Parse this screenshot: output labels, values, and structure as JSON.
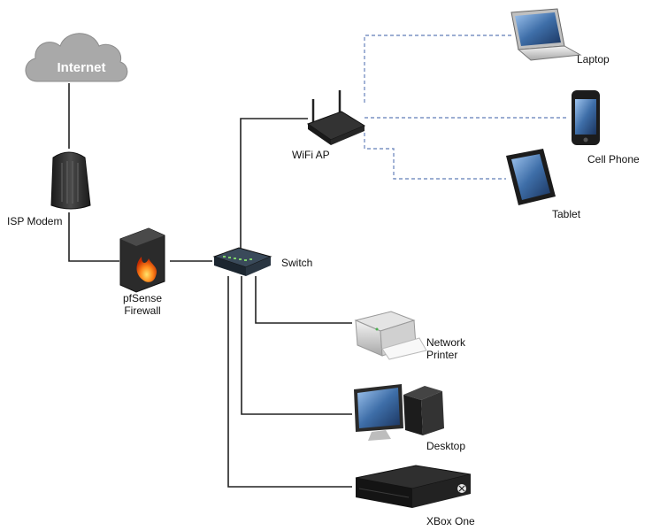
{
  "cloud": {
    "label": "Internet"
  },
  "nodes": {
    "isp_modem": "ISP Modem",
    "firewall_line1": "pfSense",
    "firewall_line2": "Firewall",
    "switch": "Switch",
    "wifi_ap": "WiFi AP",
    "laptop": "Laptop",
    "cell_phone": "Cell Phone",
    "tablet": "Tablet",
    "printer_line1": "Network",
    "printer_line2": "Printer",
    "desktop": "Desktop",
    "xbox": "XBox One"
  },
  "colors": {
    "wired": "#222222",
    "wireless": "#7c93c4",
    "cloud": "#a9a9a9",
    "device_dark": "#2b2b2b"
  },
  "connections": {
    "wired": [
      [
        "internet",
        "isp_modem"
      ],
      [
        "isp_modem",
        "firewall"
      ],
      [
        "firewall",
        "switch"
      ],
      [
        "switch",
        "wifi_ap"
      ],
      [
        "switch",
        "printer"
      ],
      [
        "switch",
        "desktop"
      ],
      [
        "switch",
        "xbox"
      ]
    ],
    "wireless": [
      [
        "wifi_ap",
        "laptop"
      ],
      [
        "wifi_ap",
        "cell_phone"
      ],
      [
        "wifi_ap",
        "tablet"
      ]
    ]
  }
}
